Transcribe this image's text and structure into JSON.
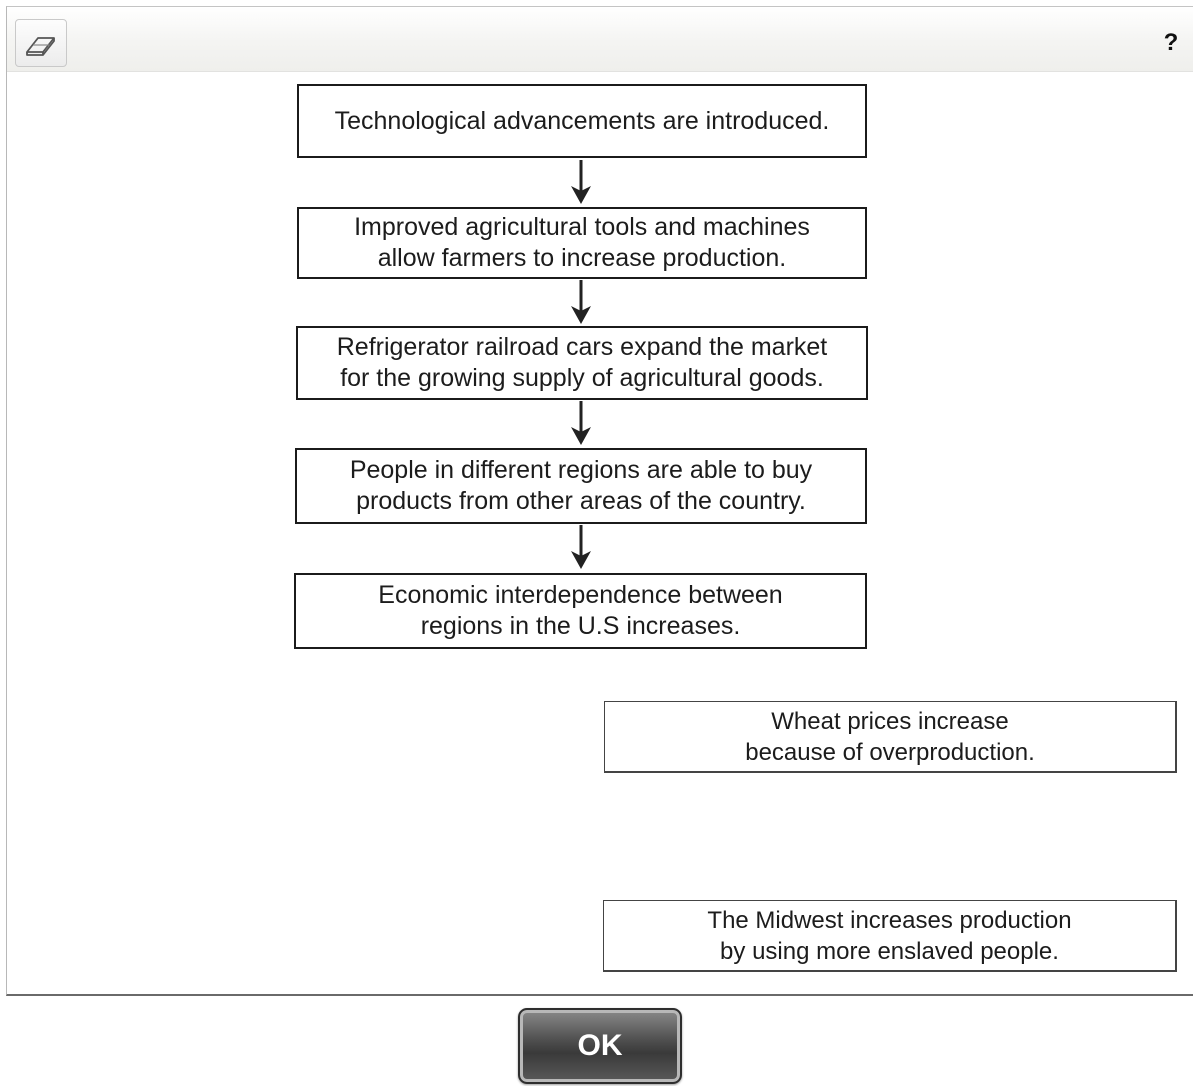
{
  "toolbar": {
    "eraser_icon": "eraser-icon",
    "help_label": "?"
  },
  "flowchart": {
    "steps": [
      "Technological advancements are introduced.",
      "Improved agricultural tools and machines\nallow farmers to increase production.",
      "Refrigerator railroad cars expand the market\nfor the growing supply of agricultural goods.",
      "People in different regions are able to buy\nproducts from other areas of the country.",
      "Economic interdependence between\nregions in the U.S increases."
    ]
  },
  "answer_options": [
    "Wheat prices increase\nbecause of overproduction.",
    "The Midwest increases production\nby using more enslaved people."
  ],
  "footer": {
    "ok_label": "OK"
  }
}
